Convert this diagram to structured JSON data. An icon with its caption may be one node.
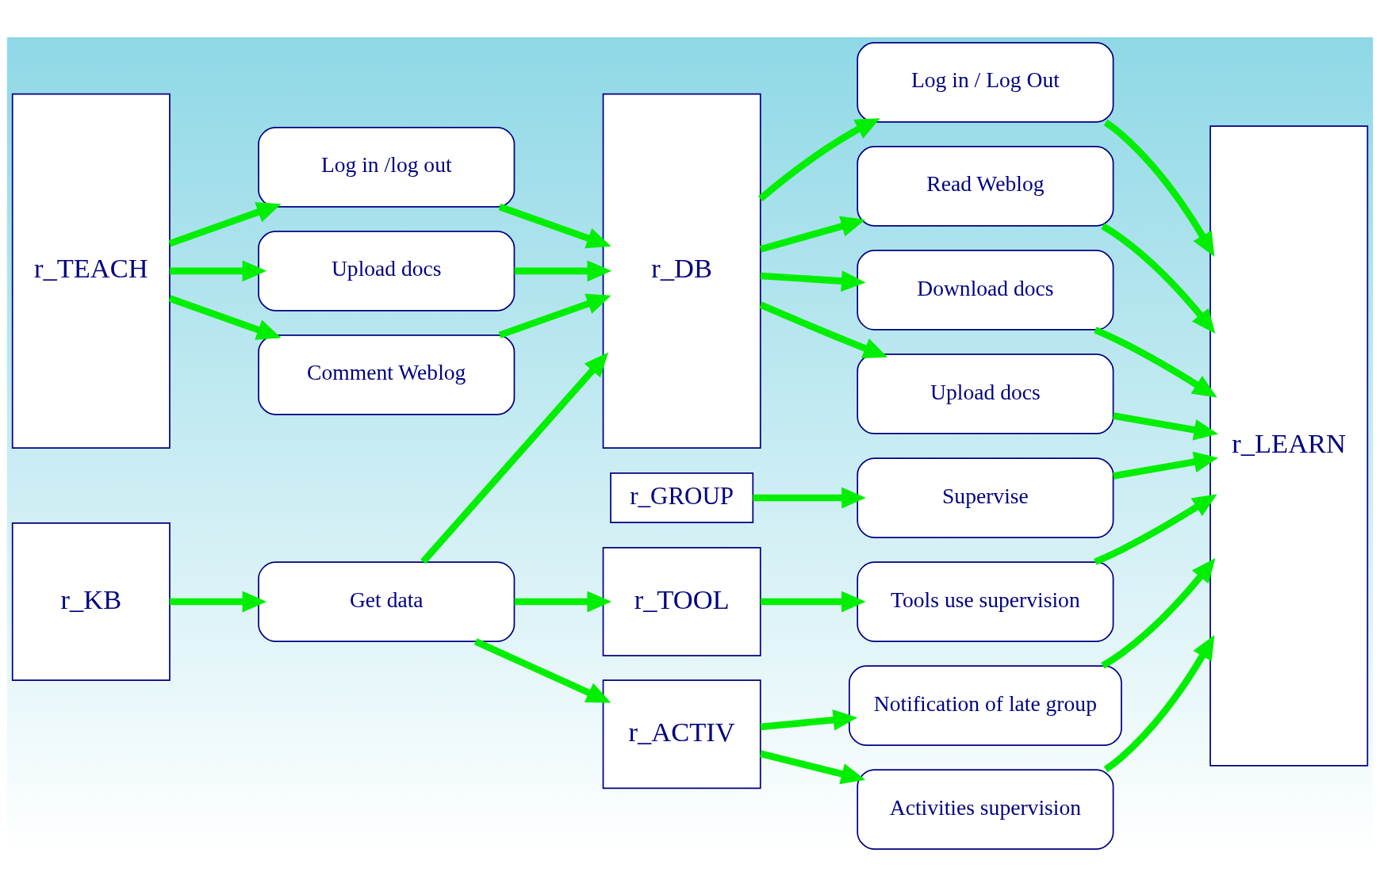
{
  "diagram": {
    "nodes": [
      {
        "text": [
          "r_TEACH"
        ]
      },
      {
        "text": [
          "Log in /log out"
        ]
      },
      {
        "text": [
          "Upload docs"
        ]
      },
      {
        "text": [
          "Comment Weblog"
        ]
      },
      {
        "text": [
          "r_DB"
        ]
      },
      {
        "text": [
          "Log in / Log Out"
        ]
      },
      {
        "text": [
          "Read Weblog"
        ]
      },
      {
        "text": [
          "Download docs"
        ]
      },
      {
        "text": [
          "Upload docs"
        ]
      },
      {
        "text": [
          "r_LEARN"
        ]
      },
      {
        "text": [
          "r_KB"
        ]
      },
      {
        "text": [
          "Get data"
        ]
      },
      {
        "text": [
          "r_GROUP"
        ]
      },
      {
        "text": [
          "Supervise"
        ]
      },
      {
        "text": [
          "r_TOOL"
        ]
      },
      {
        "text": [
          "Tools use supervision"
        ]
      },
      {
        "text": [
          "r_ACTIV"
        ]
      },
      {
        "text": [
          "Notification of late group"
        ]
      },
      {
        "text": [
          "Activities supervision"
        ]
      }
    ],
    "edges": [
      {
        "from": 0,
        "to": 1,
        "arrow": "to"
      },
      {
        "from": 0,
        "to": 2,
        "arrow": "to"
      },
      {
        "from": 0,
        "to": 3,
        "arrow": "to"
      },
      {
        "from": 1,
        "to": 4,
        "arrow": "to"
      },
      {
        "from": 2,
        "to": 4,
        "arrow": "to"
      },
      {
        "from": 3,
        "to": 4,
        "arrow": "to"
      },
      {
        "from": 4,
        "to": 5,
        "arrow": "to"
      },
      {
        "from": 4,
        "to": 6,
        "arrow": "to"
      },
      {
        "from": 4,
        "to": 7,
        "arrow": "to"
      },
      {
        "from": 4,
        "to": 8,
        "arrow": "to"
      },
      {
        "from": 5,
        "to": 9,
        "arrow": "to"
      },
      {
        "from": 6,
        "to": 9,
        "arrow": "to"
      },
      {
        "from": 7,
        "to": 9,
        "arrow": "to"
      },
      {
        "from": 8,
        "to": 9,
        "arrow": "to"
      },
      {
        "from": 10,
        "to": 11,
        "arrow": "to"
      },
      {
        "from": 11,
        "to": 4,
        "arrow": "to"
      },
      {
        "from": 11,
        "to": 14,
        "arrow": "to"
      },
      {
        "from": 11,
        "to": 16,
        "arrow": "to"
      },
      {
        "from": 12,
        "to": 13,
        "arrow": "to"
      },
      {
        "from": 13,
        "to": 9,
        "arrow": "to"
      },
      {
        "from": 14,
        "to": 15,
        "arrow": "to"
      },
      {
        "from": 15,
        "to": 9,
        "arrow": "to"
      },
      {
        "from": 16,
        "to": 17,
        "arrow": "to"
      },
      {
        "from": 16,
        "to": 18,
        "arrow": "to"
      },
      {
        "from": 17,
        "to": 9,
        "arrow": "to"
      },
      {
        "from": 18,
        "to": 9,
        "arrow": "to"
      }
    ]
  }
}
